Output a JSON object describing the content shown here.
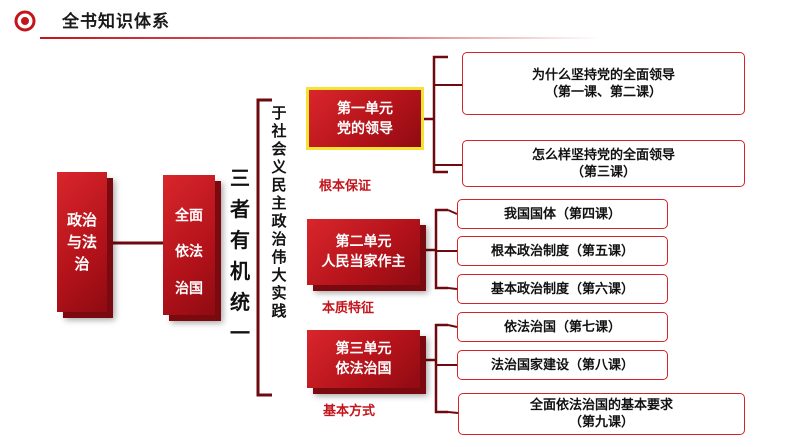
{
  "header": {
    "title": "全书知识体系",
    "accent_color": "#c3161c",
    "icon": "red-ring-bullet-icon"
  },
  "diagram": {
    "root": "政治与法治",
    "subject": [
      "全面",
      "依法",
      "治国"
    ],
    "unity": "三者有机统一",
    "socialism": "于社会义民主政治伟大实践",
    "units": [
      {
        "title": "第一单元",
        "name": "党的领导",
        "caption": "根本保证",
        "items": [
          {
            "line1": "为什么坚持党的全面领导",
            "line2": "（第一课、第二课）"
          },
          {
            "line1": "怎么样坚持党的全面领导",
            "line2": "（第三课）"
          }
        ]
      },
      {
        "title": "第二单元",
        "name": "人民当家作主",
        "caption": "本质特征",
        "items": [
          {
            "line1": "我国国体（第四课）"
          },
          {
            "line1": "根本政治制度（第五课）"
          },
          {
            "line1": "基本政治制度（第六课）"
          }
        ]
      },
      {
        "title": "第三单元",
        "name": "依法治国",
        "caption": "基本方式",
        "items": [
          {
            "line1": "依法治国（第七课）"
          },
          {
            "line1": "法治国家建设（第八课）"
          },
          {
            "line1": "全面依法治国的基本要求",
            "line2": "（第九课）"
          }
        ]
      }
    ],
    "colors": {
      "red": "#c3161c",
      "highlight_border": "#f4e234",
      "bracket": "#7a0a0f"
    }
  }
}
